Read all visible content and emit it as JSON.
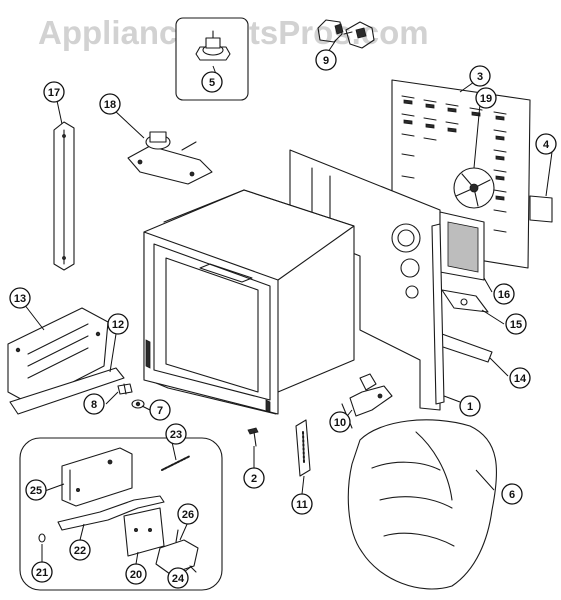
{
  "watermark": "AppliancePartsPros.com",
  "parts": [
    {
      "id": "p1",
      "label": "1"
    },
    {
      "id": "p2",
      "label": "2"
    },
    {
      "id": "p3",
      "label": "3"
    },
    {
      "id": "p4",
      "label": "4"
    },
    {
      "id": "p5",
      "label": "5"
    },
    {
      "id": "p6",
      "label": "6"
    },
    {
      "id": "p7",
      "label": "7"
    },
    {
      "id": "p8",
      "label": "8"
    },
    {
      "id": "p9",
      "label": "9"
    },
    {
      "id": "p10",
      "label": "10"
    },
    {
      "id": "p11",
      "label": "11"
    },
    {
      "id": "p12",
      "label": "12"
    },
    {
      "id": "p13",
      "label": "13"
    },
    {
      "id": "p14",
      "label": "14"
    },
    {
      "id": "p15",
      "label": "15"
    },
    {
      "id": "p16",
      "label": "16"
    },
    {
      "id": "p17",
      "label": "17"
    },
    {
      "id": "p18",
      "label": "18"
    },
    {
      "id": "p19",
      "label": "19"
    },
    {
      "id": "p20",
      "label": "20"
    },
    {
      "id": "p21",
      "label": "21"
    },
    {
      "id": "p22",
      "label": "22"
    },
    {
      "id": "p23",
      "label": "23"
    },
    {
      "id": "p24",
      "label": "24"
    },
    {
      "id": "p25",
      "label": "25"
    },
    {
      "id": "p26",
      "label": "26"
    }
  ]
}
